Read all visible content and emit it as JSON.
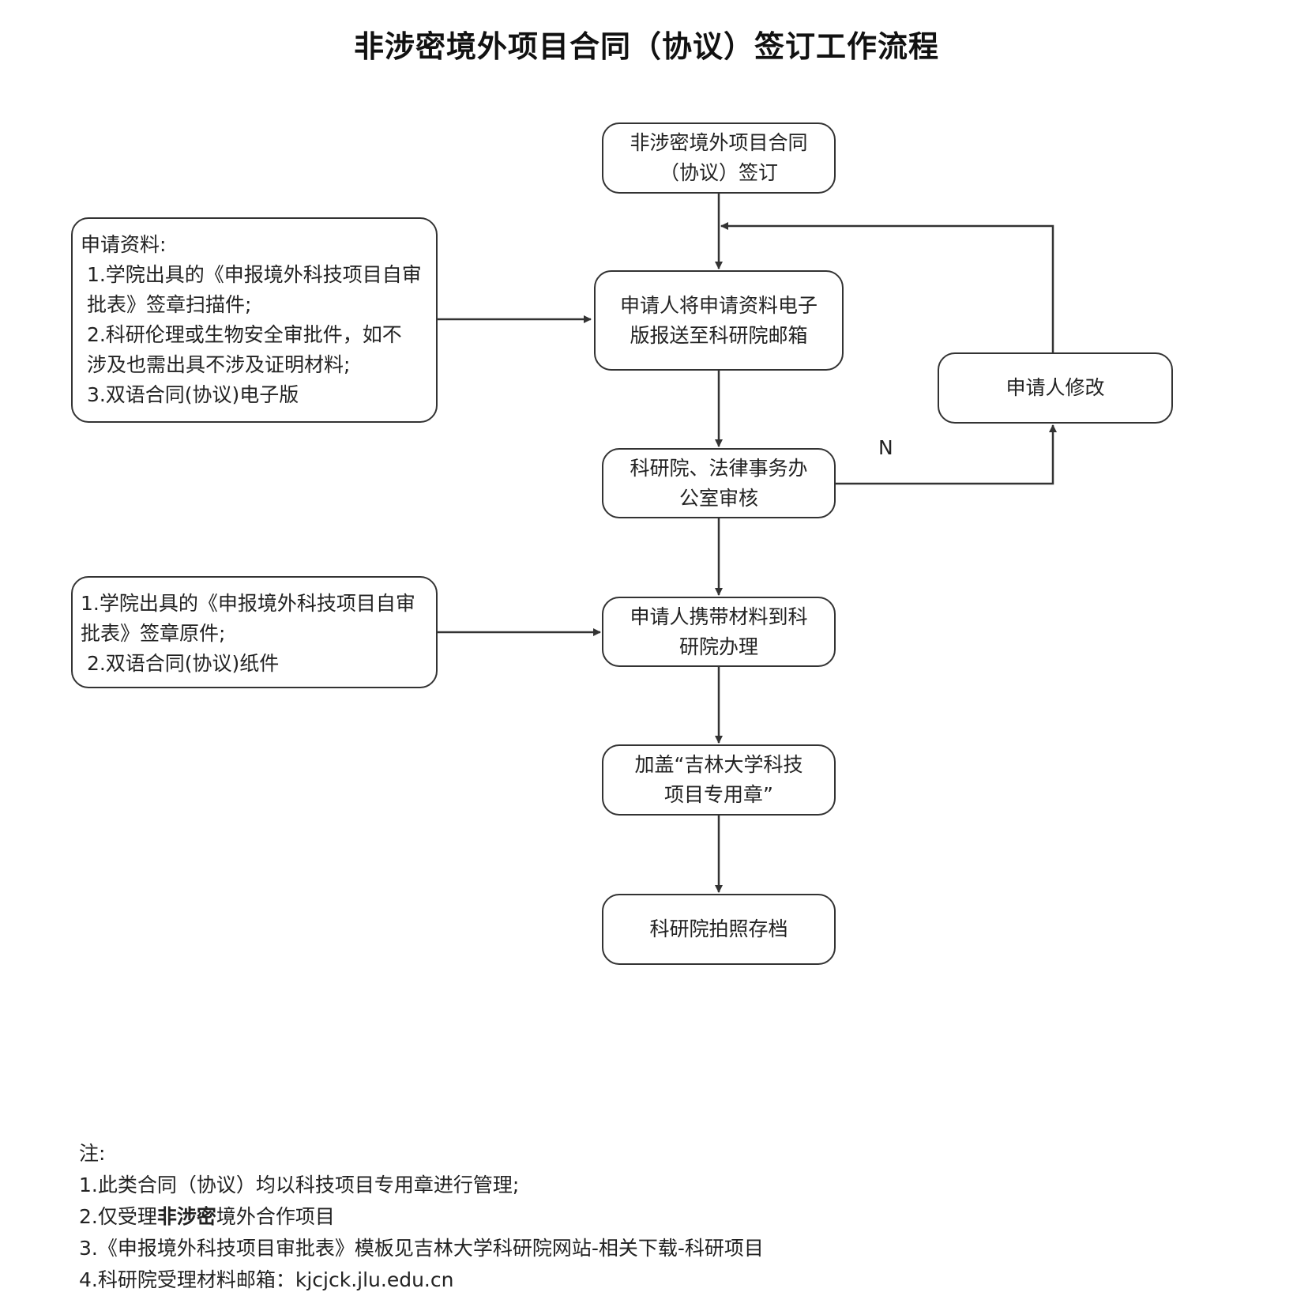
{
  "title": "非涉密境外项目合同（协议）签订工作流程",
  "nodes": {
    "start": "非涉密境外项目合同\n（协议）签订",
    "submit": "申请人将申请资料电子\n版报送至科研院邮箱",
    "review": "科研院、法律事务办\n公室审核",
    "modify": "申请人修改",
    "handle": "申请人携带材料到科\n研院办理",
    "seal": "加盖“吉林大学科技\n项目专用章”",
    "archive": "科研院拍照存档"
  },
  "side_boxes": {
    "materials": [
      "申请资料:",
      " 1.学院出具的《申报境外科技项目自审",
      " 批表》签章扫描件;",
      " 2.科研伦理或生物安全审批件，如不",
      " 涉及也需出具不涉及证明材料;",
      " 3.双语合同(协议)电子版"
    ],
    "originals": [
      "1.学院出具的《申报境外科技项目自审",
      "批表》签章原件;",
      " 2.双语合同(协议)纸件"
    ]
  },
  "edge_labels": {
    "review_no": "N"
  },
  "notes": {
    "heading": "注:",
    "line1": "1.此类合同（协议）均以科技项目专用章进行管理;",
    "line2_prefix": "2.仅受理",
    "line2_bold": "非涉密",
    "line2_suffix": "境外合作项目",
    "line3": "3.《申报境外科技项目审批表》模板见吉林大学科研院网站-相关下载-科研项目",
    "line4": "4.科研院受理材料邮箱：kjcjck.jlu.edu.cn"
  },
  "colors": {
    "stroke": "#333333",
    "text": "#222222"
  }
}
